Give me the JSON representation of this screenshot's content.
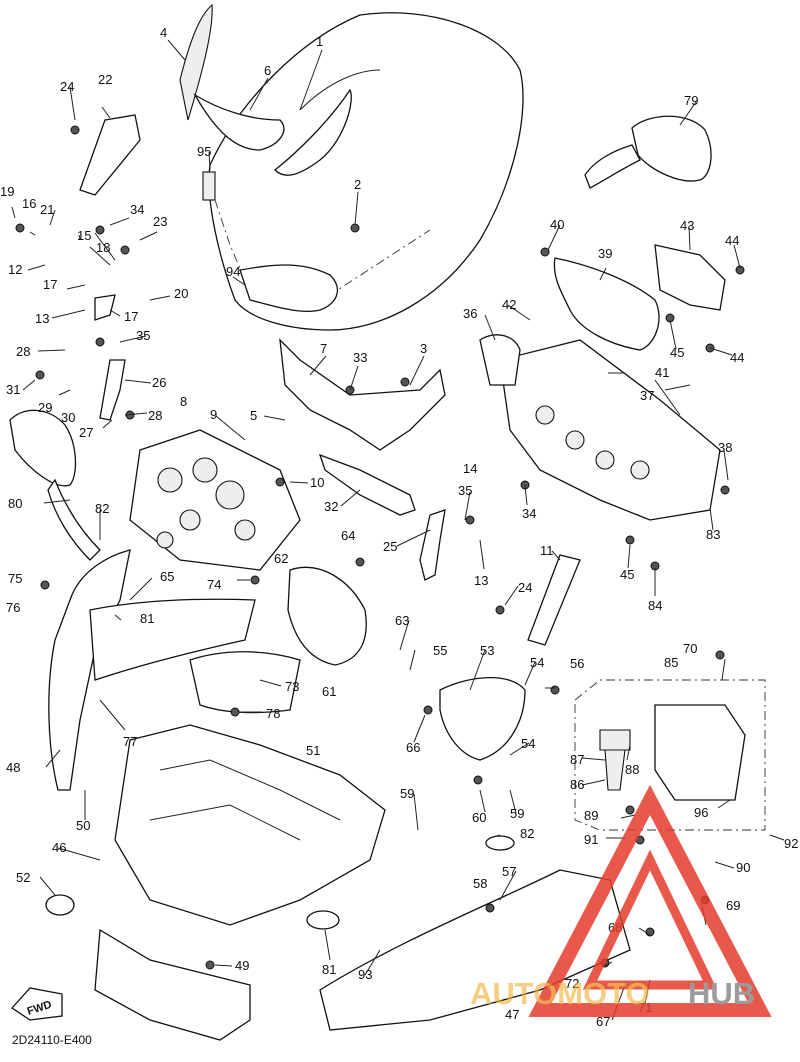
{
  "diagram": {
    "code": "2D24110-E400",
    "fwd_badge": "FWD",
    "callouts": [
      "1",
      "2",
      "3",
      "4",
      "5",
      "6",
      "7",
      "8",
      "9",
      "10",
      "11",
      "12",
      "13",
      "13",
      "14",
      "15",
      "16",
      "17",
      "17",
      "18",
      "19",
      "20",
      "21",
      "22",
      "23",
      "24",
      "24",
      "25",
      "26",
      "27",
      "28",
      "28",
      "29",
      "30",
      "31",
      "32",
      "33",
      "34",
      "34",
      "35",
      "35",
      "36",
      "37",
      "38",
      "39",
      "40",
      "41",
      "42",
      "43",
      "44",
      "44",
      "45",
      "45",
      "46",
      "47",
      "48",
      "49",
      "50",
      "51",
      "52",
      "53",
      "54",
      "54",
      "55",
      "56",
      "57",
      "58",
      "59",
      "59",
      "60",
      "61",
      "62",
      "63",
      "64",
      "65",
      "66",
      "67",
      "68",
      "69",
      "70",
      "71",
      "72",
      "73",
      "74",
      "75",
      "76",
      "77",
      "78",
      "79",
      "80",
      "81",
      "81",
      "82",
      "82",
      "83",
      "84",
      "85",
      "86",
      "87",
      "88",
      "89",
      "90",
      "91",
      "92",
      "93",
      "94",
      "95",
      "96"
    ]
  },
  "watermark": {
    "brand_left": "AUTOMOTO",
    "brand_right": "HUB",
    "color_red": "#e43b2c",
    "color_gray": "#8a8a8a",
    "color_gold": "#f2b23a"
  }
}
